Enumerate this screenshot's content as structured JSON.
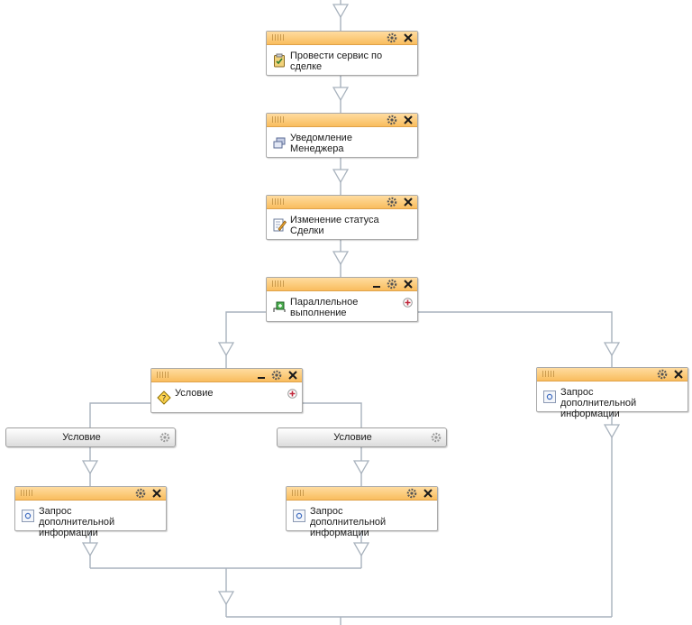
{
  "blocks": {
    "service": {
      "label_line1": "Провести сервис по",
      "label_line2": "сделке"
    },
    "notify": {
      "label_line1": "Уведомление Менеджера",
      "label_line2": ""
    },
    "status": {
      "label_line1": "Изменение статуса",
      "label_line2": "Сделки"
    },
    "parallel": {
      "label_line1": "Параллельное",
      "label_line2": "выполнение"
    },
    "condition": {
      "label_line1": "Условие",
      "label_line2": ""
    },
    "request_right": {
      "label_line1": "Запрос дополнительной",
      "label_line2": "информации"
    },
    "request_left": {
      "label_line1": "Запрос дополнительной",
      "label_line2": "информации"
    },
    "request_mid": {
      "label_line1": "Запрос дополнительной",
      "label_line2": "информации"
    }
  },
  "branches": {
    "left_label": "Условие",
    "right_label": "Условие"
  },
  "icons": {
    "service": "clipboard-task-icon",
    "notify": "notification-stack-icon",
    "status": "edit-document-icon",
    "parallel": "parallel-split-icon",
    "condition": "condition-diamond-icon",
    "request": "info-request-icon",
    "settings": "gear-icon",
    "close": "close-icon",
    "collapse": "minus-icon",
    "add_branch": "plus-icon"
  },
  "colors": {
    "header_top": "#ffdca0",
    "header_bottom": "#f9bd5e",
    "connector": "#a8b2bd",
    "close_x": "#1a1a1a",
    "plus": "#c0283c"
  }
}
